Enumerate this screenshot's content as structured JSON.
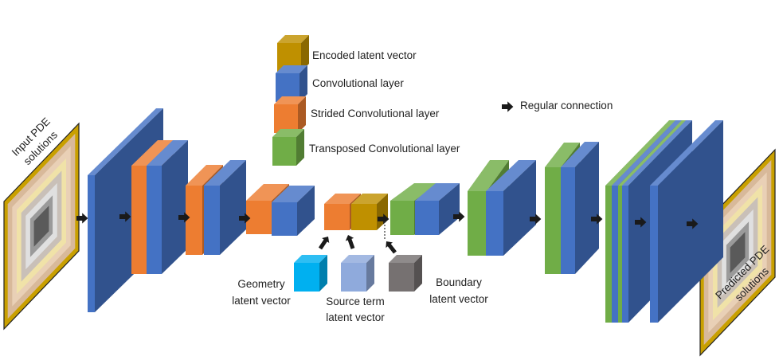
{
  "colors": {
    "blue": "#4472c4",
    "orange": "#ed7d31",
    "gold": "#bf9000",
    "green": "#70ad47",
    "cyan": "#00b0f0",
    "light_blue": "#8faadc",
    "gray": "#767171",
    "frame": "#c9a000",
    "arrow": "#1a1a1a"
  },
  "labels": {
    "input": [
      "Input PDE",
      "solutions"
    ],
    "output": [
      "Predicted PDE",
      "solutions"
    ],
    "geometry": [
      "Geometry",
      "latent vector"
    ],
    "source": [
      "Source term",
      "latent vector"
    ],
    "boundary": [
      "Boundary",
      "latent vector"
    ]
  },
  "legend": {
    "encoded": "Encoded latent vector",
    "conv": "Convolutional layer",
    "strided": "Strided Convolutional layer",
    "transposed": "Transposed Convolutional layer",
    "regular": "Regular connection"
  },
  "icons": {
    "connection": "right-arrow-icon"
  }
}
